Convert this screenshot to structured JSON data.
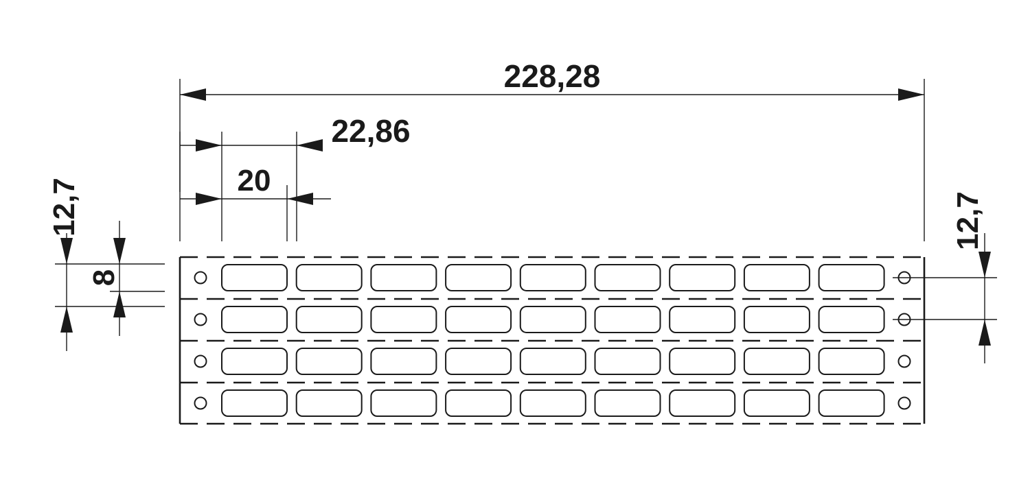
{
  "drawing": {
    "dimensions": {
      "overall_length": "228,28",
      "pitch": "22,86",
      "marker_width": "20",
      "row_pitch_left": "12,7",
      "marker_height": "8",
      "row_pitch_right": "12,7"
    },
    "sheet": {
      "rows": 4,
      "markers_per_row": 9,
      "holes_per_row_side": 1
    },
    "colors": {
      "line": "#1a1a1a",
      "background": "#ffffff"
    }
  }
}
